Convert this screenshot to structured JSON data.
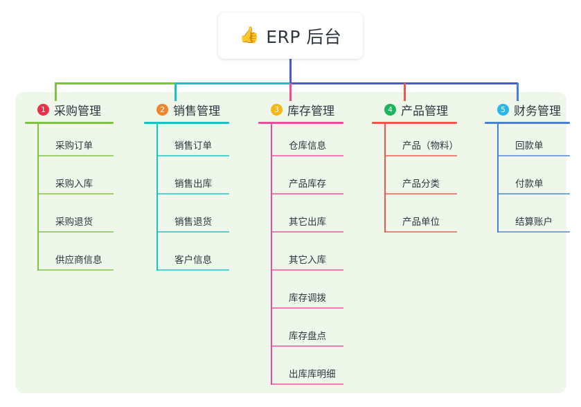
{
  "diagram": {
    "type": "mind-map",
    "title": "ERP 后台",
    "background_color": "#ffffff",
    "panel_color": "#eff7ea"
  },
  "root": {
    "icon": "thumbs-up-icon",
    "icon_glyph": "👍",
    "label": "ERP 后台",
    "connector_color": "#4a5cc4"
  },
  "columns": [
    {
      "number": "1",
      "badge_color": "#e8304a",
      "line_color": "#7ec242",
      "title": "采购管理",
      "items": [
        {
          "label": "采购订单"
        },
        {
          "label": "采购入库"
        },
        {
          "label": "采购退货"
        },
        {
          "label": "供应商信息"
        }
      ]
    },
    {
      "number": "2",
      "badge_color": "#f0842c",
      "line_color": "#18c2c0",
      "title": "销售管理",
      "items": [
        {
          "label": "销售订单"
        },
        {
          "label": "销售出库"
        },
        {
          "label": "销售退货"
        },
        {
          "label": "客户信息"
        }
      ]
    },
    {
      "number": "3",
      "badge_color": "#f5b617",
      "line_color": "#ef4b9b",
      "title": "库存管理",
      "items": [
        {
          "label": "仓库信息"
        },
        {
          "label": "产品库存"
        },
        {
          "label": "其它出库"
        },
        {
          "label": "其它入库"
        },
        {
          "label": "库存调拨"
        },
        {
          "label": "库存盘点"
        },
        {
          "label": "出库库明细"
        }
      ]
    },
    {
      "number": "4",
      "badge_color": "#1bb55c",
      "line_color": "#f0564a",
      "title": "产品管理",
      "items": [
        {
          "label": "产品（物料）"
        },
        {
          "label": "产品分类"
        },
        {
          "label": "产品单位"
        }
      ]
    },
    {
      "number": "5",
      "badge_color": "#29b6e8",
      "line_color": "#4a7fd6",
      "title": "财务管理",
      "items": [
        {
          "label": "回款单"
        },
        {
          "label": "付款单"
        },
        {
          "label": "结算账户"
        }
      ]
    }
  ],
  "connectors": {
    "bus_segments": [
      {
        "name": "segment-green",
        "color": "#7ec242"
      },
      {
        "name": "segment-teal",
        "color": "#18c2c0"
      },
      {
        "name": "segment-indigo",
        "color": "#4a5cc4"
      }
    ]
  }
}
